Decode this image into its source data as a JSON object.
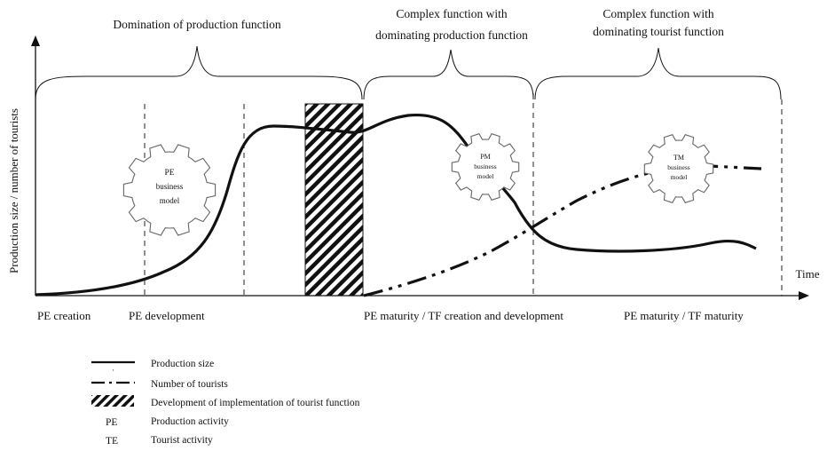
{
  "phases": {
    "domination": "Domination of production function",
    "complex_production_l1": "Complex function with",
    "complex_production_l2": "dominating production function",
    "complex_tourist_l1": "Complex function with",
    "complex_tourist_l2": "dominating tourist function"
  },
  "axes": {
    "y_label": "Production size / number of tourists",
    "x_label": "Time"
  },
  "stages": {
    "pe_creation": "PE creation",
    "pe_development": "PE development",
    "pe_maturity_tf": "PE maturity / TF creation and development",
    "pe_maturity_tf_maturity": "PE maturity / TF maturity"
  },
  "gears": {
    "pe": {
      "l1": "PE",
      "l2": "business",
      "l3": "model"
    },
    "pm": {
      "l1": "PM",
      "l2": "business",
      "l3": "model"
    },
    "tm": {
      "l1": "TM",
      "l2": "business",
      "l3": "model"
    }
  },
  "legend": {
    "production_size": "Production size",
    "number_of_tourists": "Number of tourists",
    "tourist_function_dev": "Development of implementation of tourist function",
    "pe_abbr": "PE",
    "pe_desc": "Production activity",
    "te_abbr": "TE",
    "te_desc": "Tourist activity"
  }
}
